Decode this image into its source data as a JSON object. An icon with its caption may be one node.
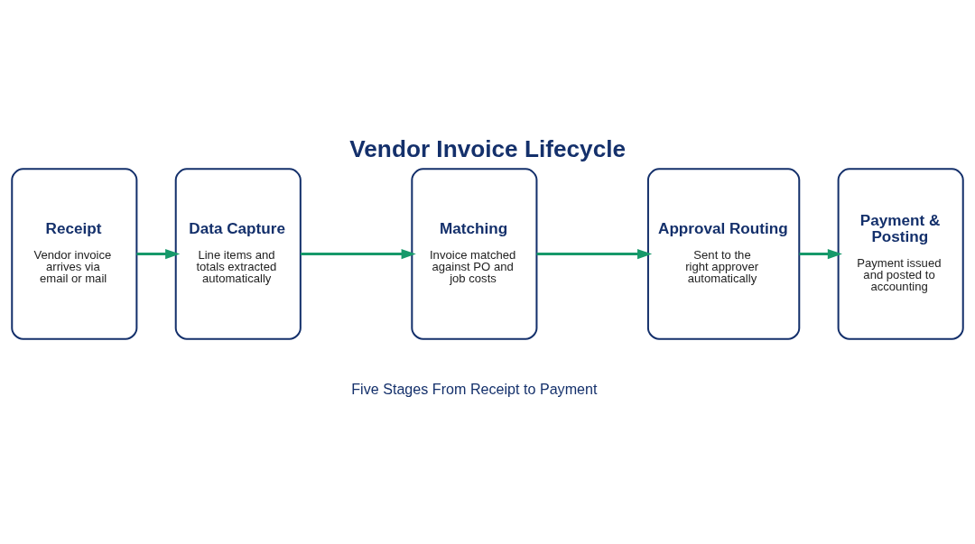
{
  "diagram": {
    "title": "Vendor Invoice Lifecycle",
    "nodes": [
      {
        "text": [
          "Receipt",
          "Vendor invoice arrives via email or mail"
        ]
      },
      {
        "text": [
          "Data Capture",
          "Line items and totals extracted automatically"
        ]
      },
      {
        "text": [
          "Matching",
          "Invoice matched against PO and job costs"
        ]
      },
      {
        "text": [
          "Approval Routing",
          "Sent to the right approver automatically"
        ]
      },
      {
        "text": [
          "Payment & Posting",
          "Payment issued and posted to accounting"
        ]
      }
    ],
    "edges": [
      {
        "from": 0,
        "to": 1,
        "arrow": "to"
      },
      {
        "from": 1,
        "to": 2,
        "arrow": "to"
      },
      {
        "from": 2,
        "to": 3,
        "arrow": "to"
      },
      {
        "from": 3,
        "to": 4,
        "arrow": "to"
      }
    ],
    "labels": [
      "Five Stages From Receipt to Payment"
    ]
  }
}
